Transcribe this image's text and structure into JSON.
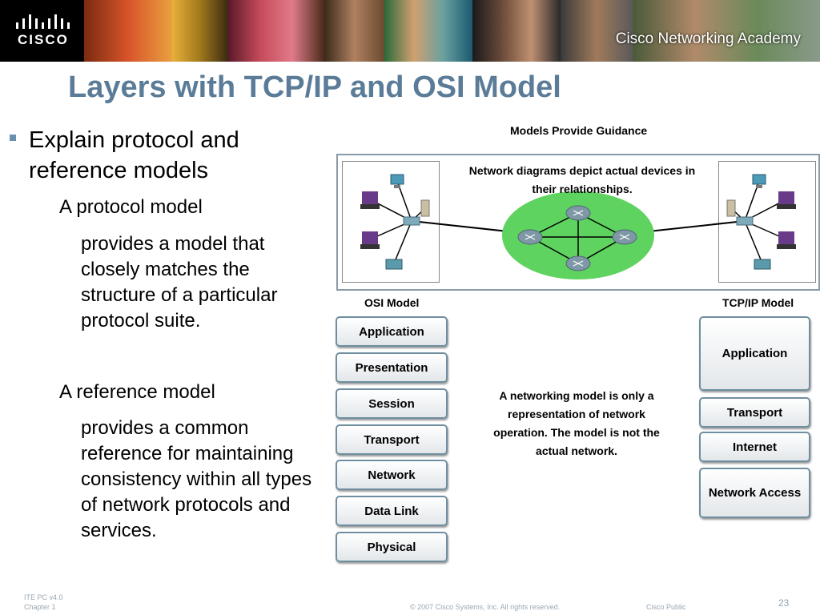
{
  "header": {
    "logo_text": "CISCO",
    "academy_text": "Cisco Networking Academy"
  },
  "title": "Layers with TCP/IP and OSI Model",
  "content": {
    "bullet": "Explain protocol and reference models",
    "protocol_heading": "A protocol model",
    "protocol_desc": "provides a model that closely matches the structure of a particular protocol suite.",
    "reference_heading": "A reference model",
    "reference_desc": "provides a common reference for maintaining consistency within all types of network protocols and services."
  },
  "diagram": {
    "heading": "Models Provide Guidance",
    "network_caption": "Network diagrams depict actual devices in their relationships.",
    "osi_title": "OSI Model",
    "tcpip_title": "TCP/IP Model",
    "osi_layers": [
      "Application",
      "Presentation",
      "Session",
      "Transport",
      "Network",
      "Data Link",
      "Physical"
    ],
    "tcpip_layers": [
      "Application",
      "Transport",
      "Internet",
      "Network Access"
    ],
    "middle_note": "A networking model is only a representation of network operation. The model is not the actual network.",
    "cloud_color": "#5fd35f",
    "layer_border_color": "#6f8fa0"
  },
  "footer": {
    "course": "ITE PC v4.0",
    "chapter": "Chapter 1",
    "copyright": "© 2007 Cisco Systems, Inc. All rights reserved.",
    "classification": "Cisco Public",
    "page": "23"
  },
  "colors": {
    "title": "#5b7c98",
    "bullet": "#6b8fb1"
  }
}
